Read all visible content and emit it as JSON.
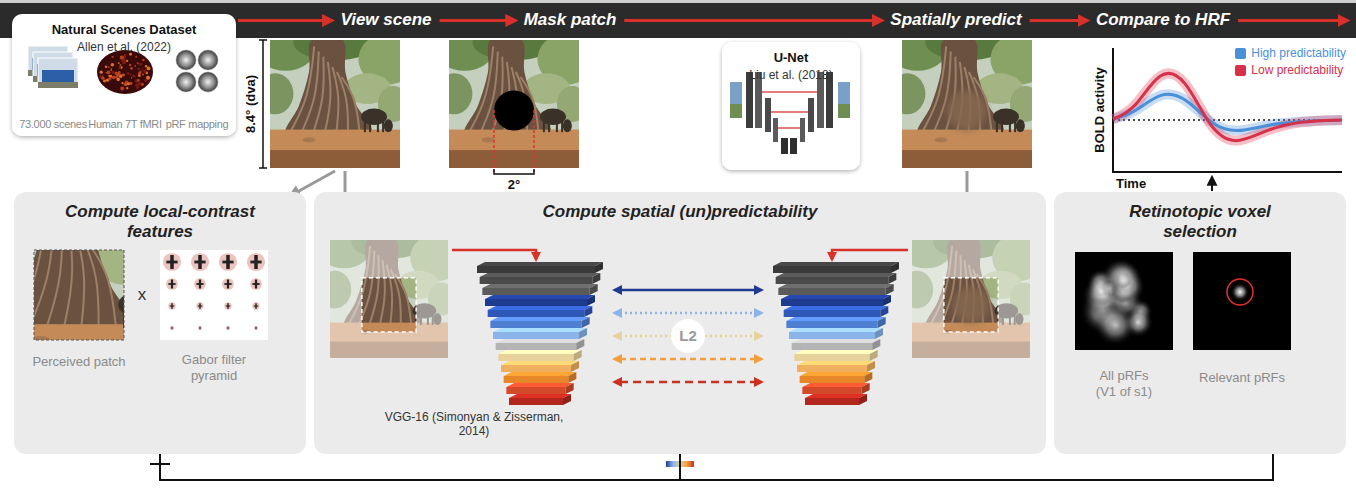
{
  "diagram": {
    "nodes": [
      {
        "text": [
          "Natural Scenes Dataset",
          "Allen et al. (2022)",
          "73.000 scenes",
          "Human 7T fMRI",
          "pRF mapping"
        ]
      },
      {
        "text": [
          "U-Net",
          "Liu et al. (2018)"
        ]
      },
      {
        "text": [
          "Compute local-contrast features",
          "Perceived patch",
          "Gabor filter pyramid"
        ]
      },
      {
        "text": [
          "Compute spatial (un)predictability",
          "VGG-16 (Simonyan & Zisserman, 2014)"
        ]
      },
      {
        "text": [
          "Retinotopic voxel selection",
          "All pRFs (V1 of s1)",
          "Relevant pRFs"
        ]
      }
    ],
    "edges": [
      {
        "from": 2,
        "to": 4,
        "arrow": "none"
      },
      {
        "from": 3,
        "to": 4,
        "arrow": "none"
      }
    ],
    "labels": [
      "View scene",
      "Mask patch",
      "Spatially predict",
      "Compare to HRF",
      "8.4° (dva)",
      "2°",
      "x",
      "L2",
      "BOLD activity",
      "Time"
    ],
    "legend": [
      {
        "text": "High predictability",
        "color": "#4a90d9"
      },
      {
        "text": "Low predictability",
        "color": "#d9304a"
      }
    ]
  }
}
